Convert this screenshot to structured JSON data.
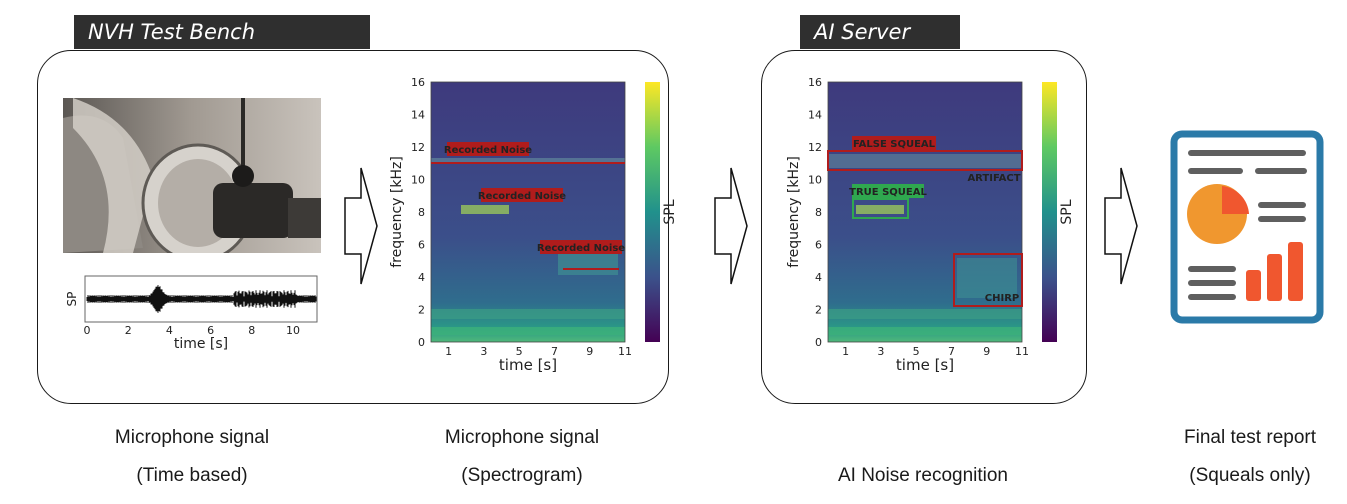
{
  "test_bench": {
    "title": "NVH Test Bench"
  },
  "ai_server": {
    "title": "AI Server"
  },
  "time_signal": {
    "ylabel": "SP",
    "xlabel": "time [s]",
    "xticks": [
      "0",
      "2",
      "4",
      "6",
      "8",
      "10"
    ]
  },
  "spectrogram_raw": {
    "ylabel": "frequency [kHz]",
    "xlabel": "time [s]",
    "yticks": [
      "0",
      "2",
      "4",
      "6",
      "8",
      "10",
      "12",
      "14",
      "16"
    ],
    "xticks": [
      "1",
      "3",
      "5",
      "7",
      "9",
      "11"
    ],
    "colorbar_label": "SPL",
    "annotations": [
      "Recorded Noise",
      "Recorded Noise",
      "Recorded Noise"
    ]
  },
  "spectrogram_ai": {
    "ylabel": "frequency [kHz]",
    "xlabel": "time [s]",
    "yticks": [
      "0",
      "2",
      "4",
      "6",
      "8",
      "10",
      "12",
      "14",
      "16"
    ],
    "xticks": [
      "1",
      "3",
      "5",
      "7",
      "9",
      "11"
    ],
    "colorbar_label": "SPL",
    "labels": {
      "false_squeal": "FALSE  SQUEAL",
      "artifact": "ARTIFACT",
      "true_squeal": "TRUE SQUEAL",
      "chirp": "CHIRP"
    }
  },
  "captions": {
    "c1_line1": "Microphone signal",
    "c1_line2": "(Time based)",
    "c2_line1": "Microphone signal",
    "c2_line2": "(Spectrogram)",
    "c3_line1": "AI Noise recognition",
    "c4_line1": "Final test report",
    "c4_line2": "(Squeals only)"
  },
  "colors": {
    "tag_bg": "#2f2f2f",
    "noise_red": "#b01c1c",
    "true_green": "#2fa84f",
    "report_blue": "#2b7aa8",
    "report_orange": "#f0572f"
  }
}
